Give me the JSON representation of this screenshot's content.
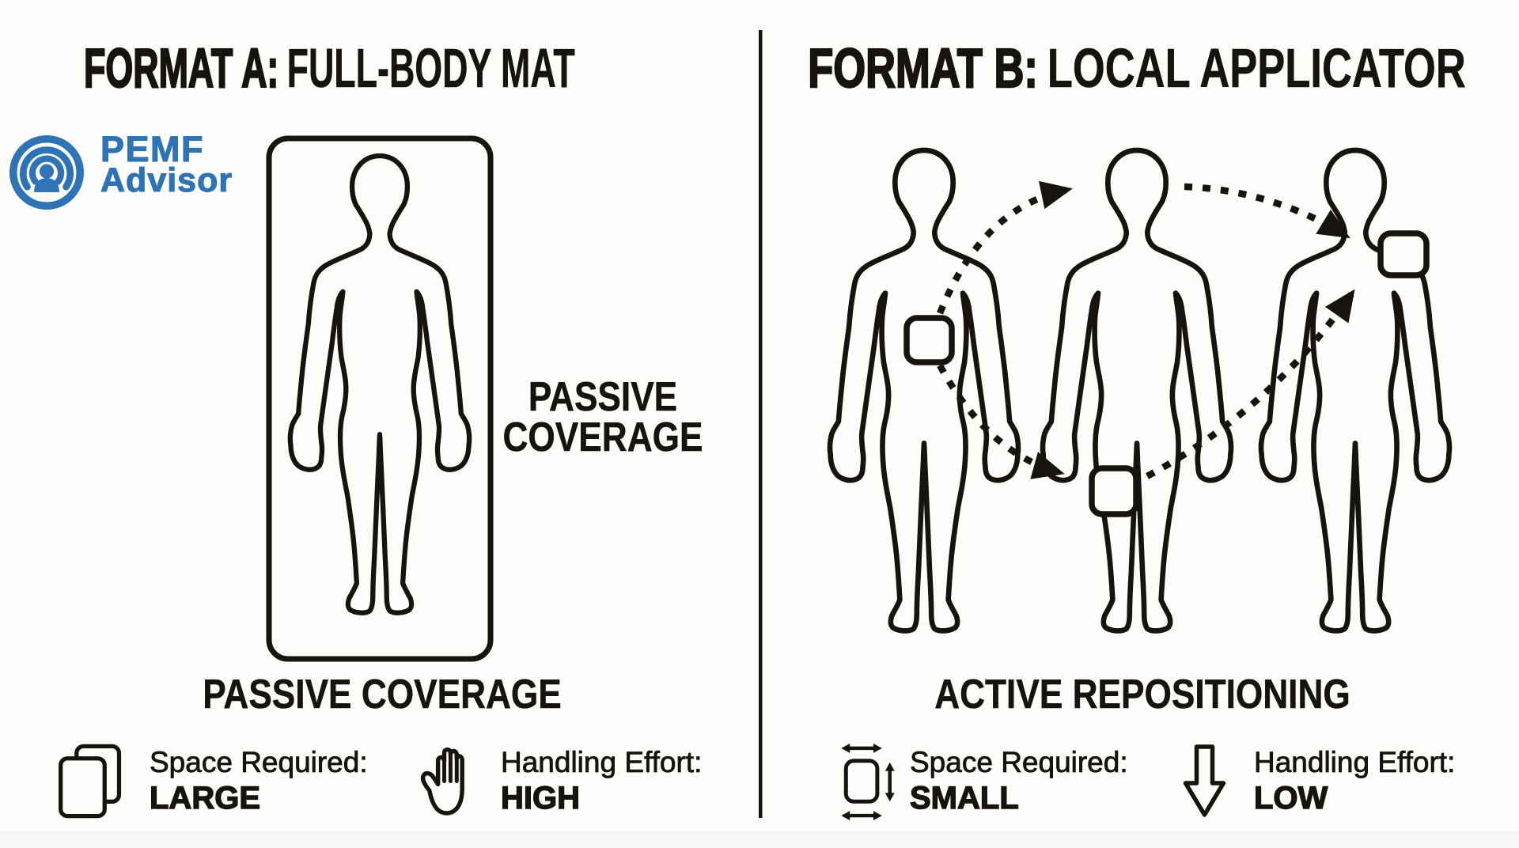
{
  "colors": {
    "background": "#fdfdfc",
    "ink": "#17130e",
    "brand_blue": "#2E73B5"
  },
  "logo": {
    "name": "PEMF Advisor logo",
    "line1": "PEMF",
    "line2": "Advisor"
  },
  "panel_a": {
    "title_strong": "FORMAT A:",
    "title_rest": "FULL-BODY MAT",
    "side_label_line1": "PASSIVE",
    "side_label_line2": "COVERAGE",
    "caption": "PASSIVE COVERAGE",
    "illustration": "single person outline lying on a full-body mat drawn as a rounded rectangle",
    "stats": [
      {
        "icon": "stacked-mats-icon",
        "label": "Space Required:",
        "value": "LARGE"
      },
      {
        "icon": "raised-hand-icon",
        "label": "Handling Effort:",
        "value": "HIGH"
      }
    ]
  },
  "panel_b": {
    "title_strong": "FORMAT B:",
    "title_rest": "LOCAL APPLICATOR",
    "caption": "ACTIVE REPOSITIONING",
    "illustration": "three person outlines with a small applicator pad repositioned between body sites via dotted arrows",
    "applicator_sites": [
      "abdomen",
      "knee",
      "shoulder"
    ],
    "stats": [
      {
        "icon": "resize-square-icon",
        "label": "Space Required:",
        "value": "SMALL"
      },
      {
        "icon": "down-arrow-icon",
        "label": "Handling Effort:",
        "value": "LOW"
      }
    ]
  }
}
